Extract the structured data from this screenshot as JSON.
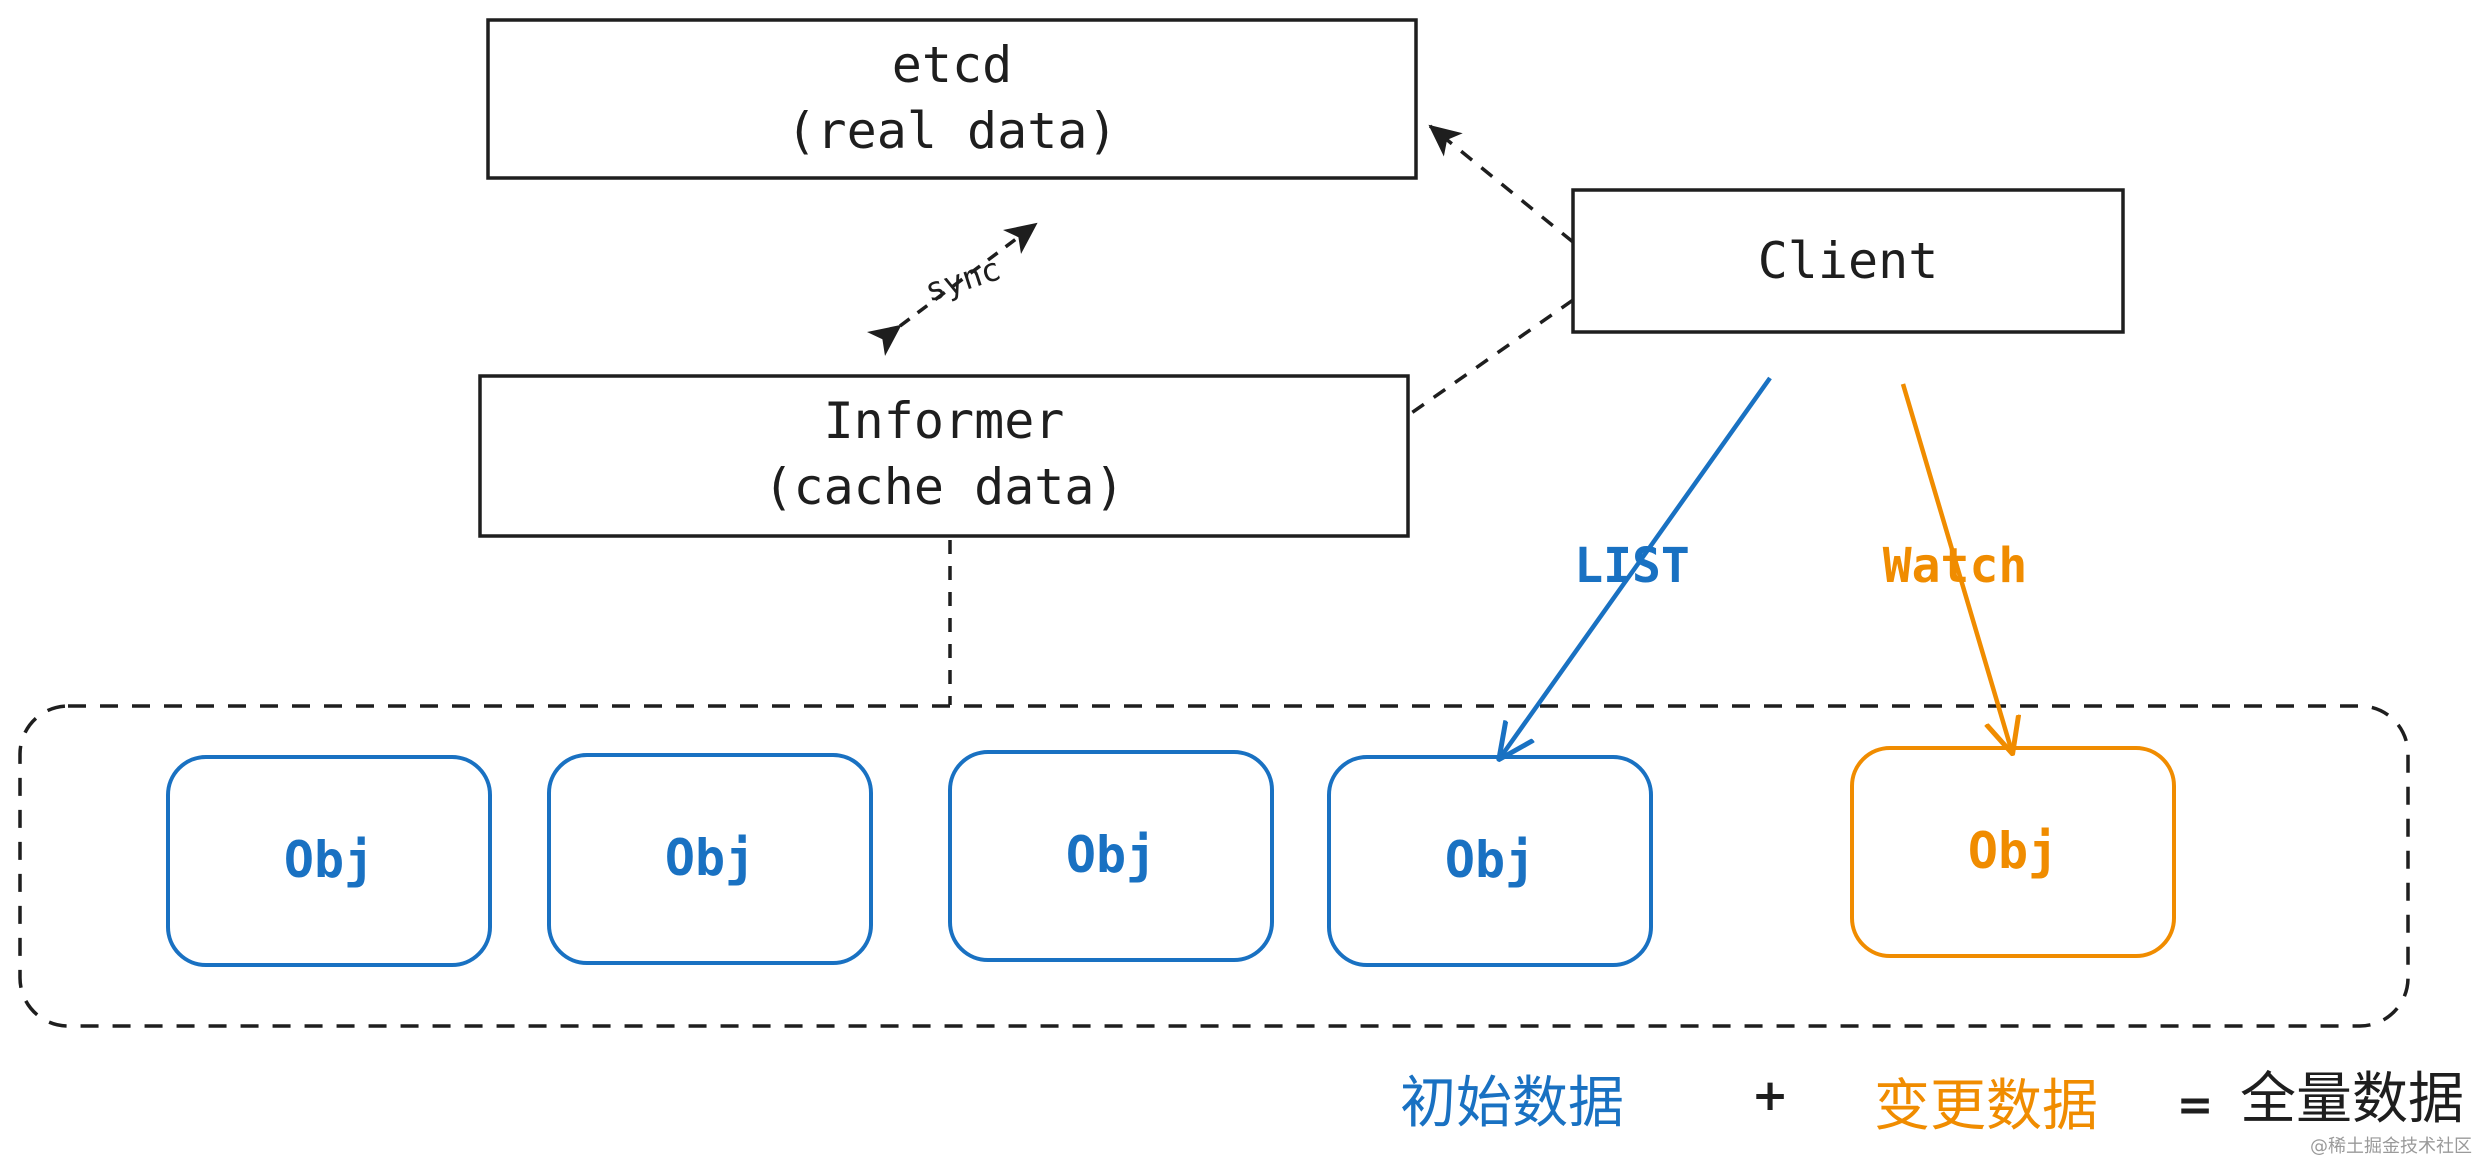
{
  "colors": {
    "ink": "#1e1e1e",
    "blue": "#1971c2",
    "orange": "#f08c00"
  },
  "nodes": {
    "etcd": {
      "line1": "etcd",
      "line2": "(real data)"
    },
    "informer": {
      "line1": "Informer",
      "line2": "(cache data)"
    },
    "client": {
      "label": "Client"
    }
  },
  "edges": {
    "sync": "sync",
    "list": "LIST",
    "watch": "Watch"
  },
  "objects": [
    {
      "label": "Obj",
      "kind": "initial"
    },
    {
      "label": "Obj",
      "kind": "initial"
    },
    {
      "label": "Obj",
      "kind": "initial"
    },
    {
      "label": "Obj",
      "kind": "initial"
    },
    {
      "label": "Obj",
      "kind": "change"
    }
  ],
  "legend": {
    "initial": "初始数据",
    "plus": "+",
    "change": "变更数据",
    "equals": "=",
    "total": "全量数据"
  },
  "watermark": "@稀土掘金技术社区"
}
